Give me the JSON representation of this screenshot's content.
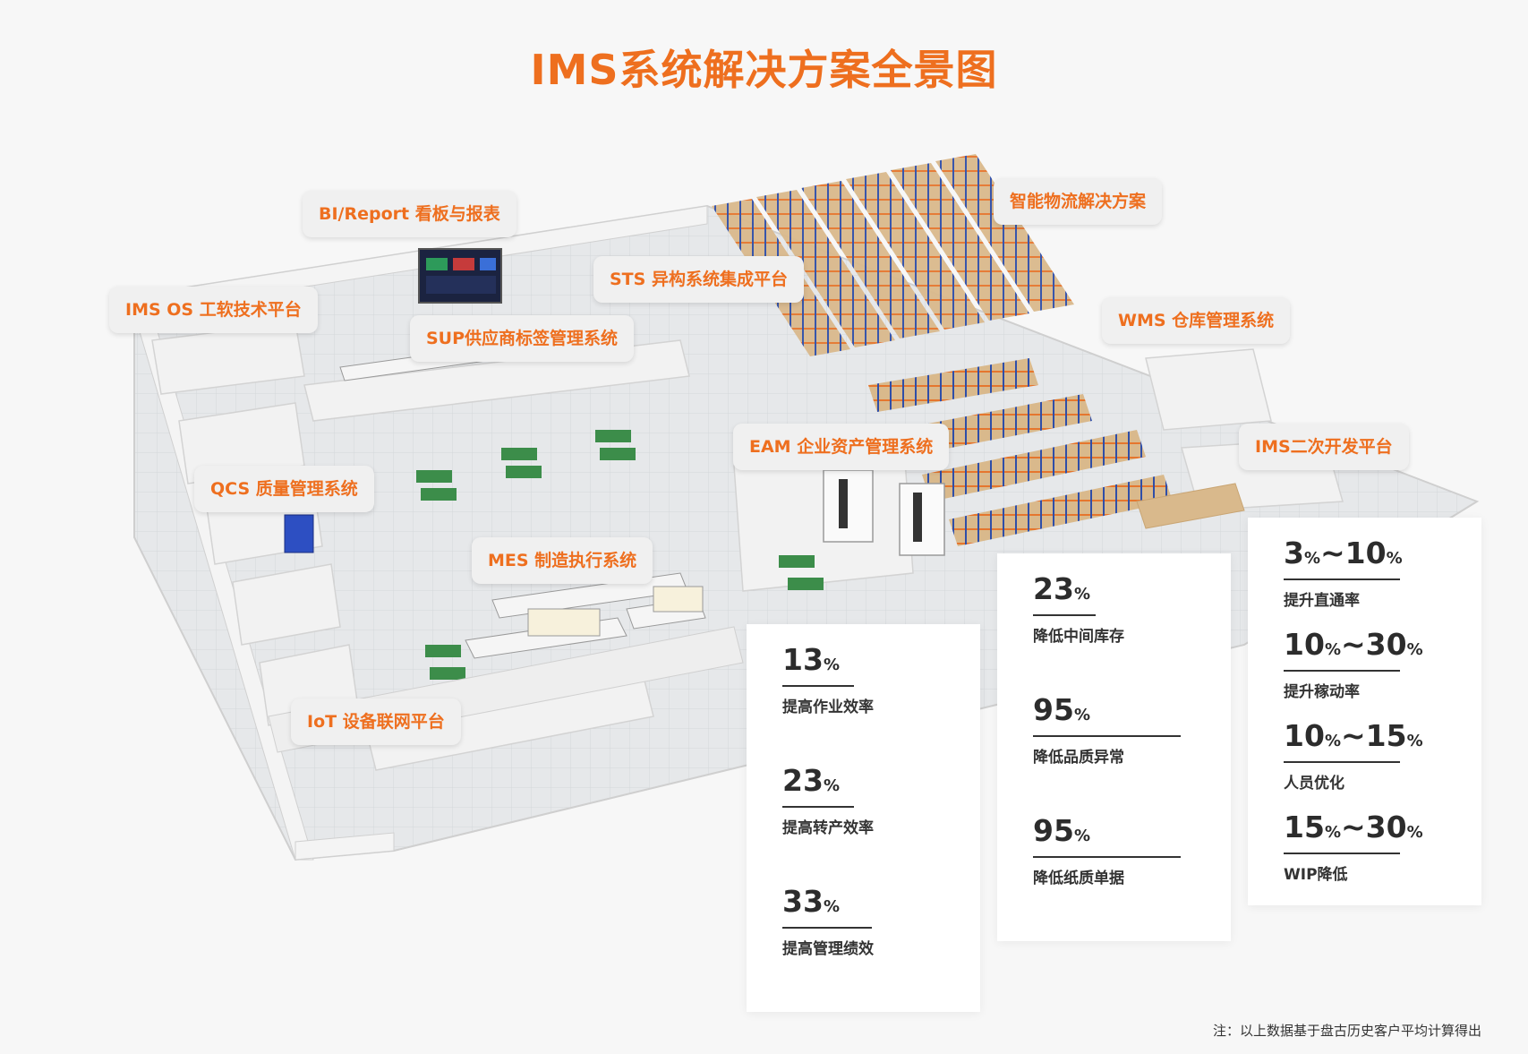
{
  "title": "IMS系统解决方案全景图",
  "colors": {
    "accent": "#ee6f1f",
    "text": "#2c2c2c",
    "label_bg": "#f0f0f0"
  },
  "labels": {
    "bi_report": "BI/Report 看板与报表",
    "ims_os": "IMS OS 工软技术平台",
    "sts": "STS 异构系统集成平台",
    "sup": "SUP供应商标签管理系统",
    "logistics": "智能物流解决方案",
    "wms": "WMS 仓库管理系统",
    "eam": "EAM 企业资产管理系统",
    "ims2": "IMS二次开发平台",
    "qcs": "QCS 质量管理系统",
    "mes": "MES 制造执行系统",
    "iot": "IoT 设备联网平台"
  },
  "cards": {
    "card1": [
      {
        "value": "13",
        "unit": "%",
        "desc": "提高作业效率"
      },
      {
        "value": "23",
        "unit": "%",
        "desc": "提高转产效率"
      },
      {
        "value": "33",
        "unit": "%",
        "desc": "提高管理绩效"
      }
    ],
    "card2": [
      {
        "value": "23",
        "unit": "%",
        "desc": "降低中间库存"
      },
      {
        "value": "95",
        "unit": "%",
        "desc": "降低品质异常"
      },
      {
        "value": "95",
        "unit": "%",
        "desc": "降低纸质单据"
      }
    ],
    "card3": [
      {
        "v1": "3",
        "v2": "10",
        "unit": "%",
        "sep": "~",
        "desc": "提升直通率"
      },
      {
        "v1": "10",
        "v2": "30",
        "unit": "%",
        "sep": "~",
        "desc": "提升稼动率"
      },
      {
        "v1": "10",
        "v2": "15",
        "unit": "%",
        "sep": "~",
        "desc": "人员优化"
      },
      {
        "v1": "15",
        "v2": "30",
        "unit": "%",
        "sep": "~",
        "desc": "WIP降低"
      }
    ]
  },
  "footnote": "注：以上数据基于盘古历史客户平均计算得出"
}
